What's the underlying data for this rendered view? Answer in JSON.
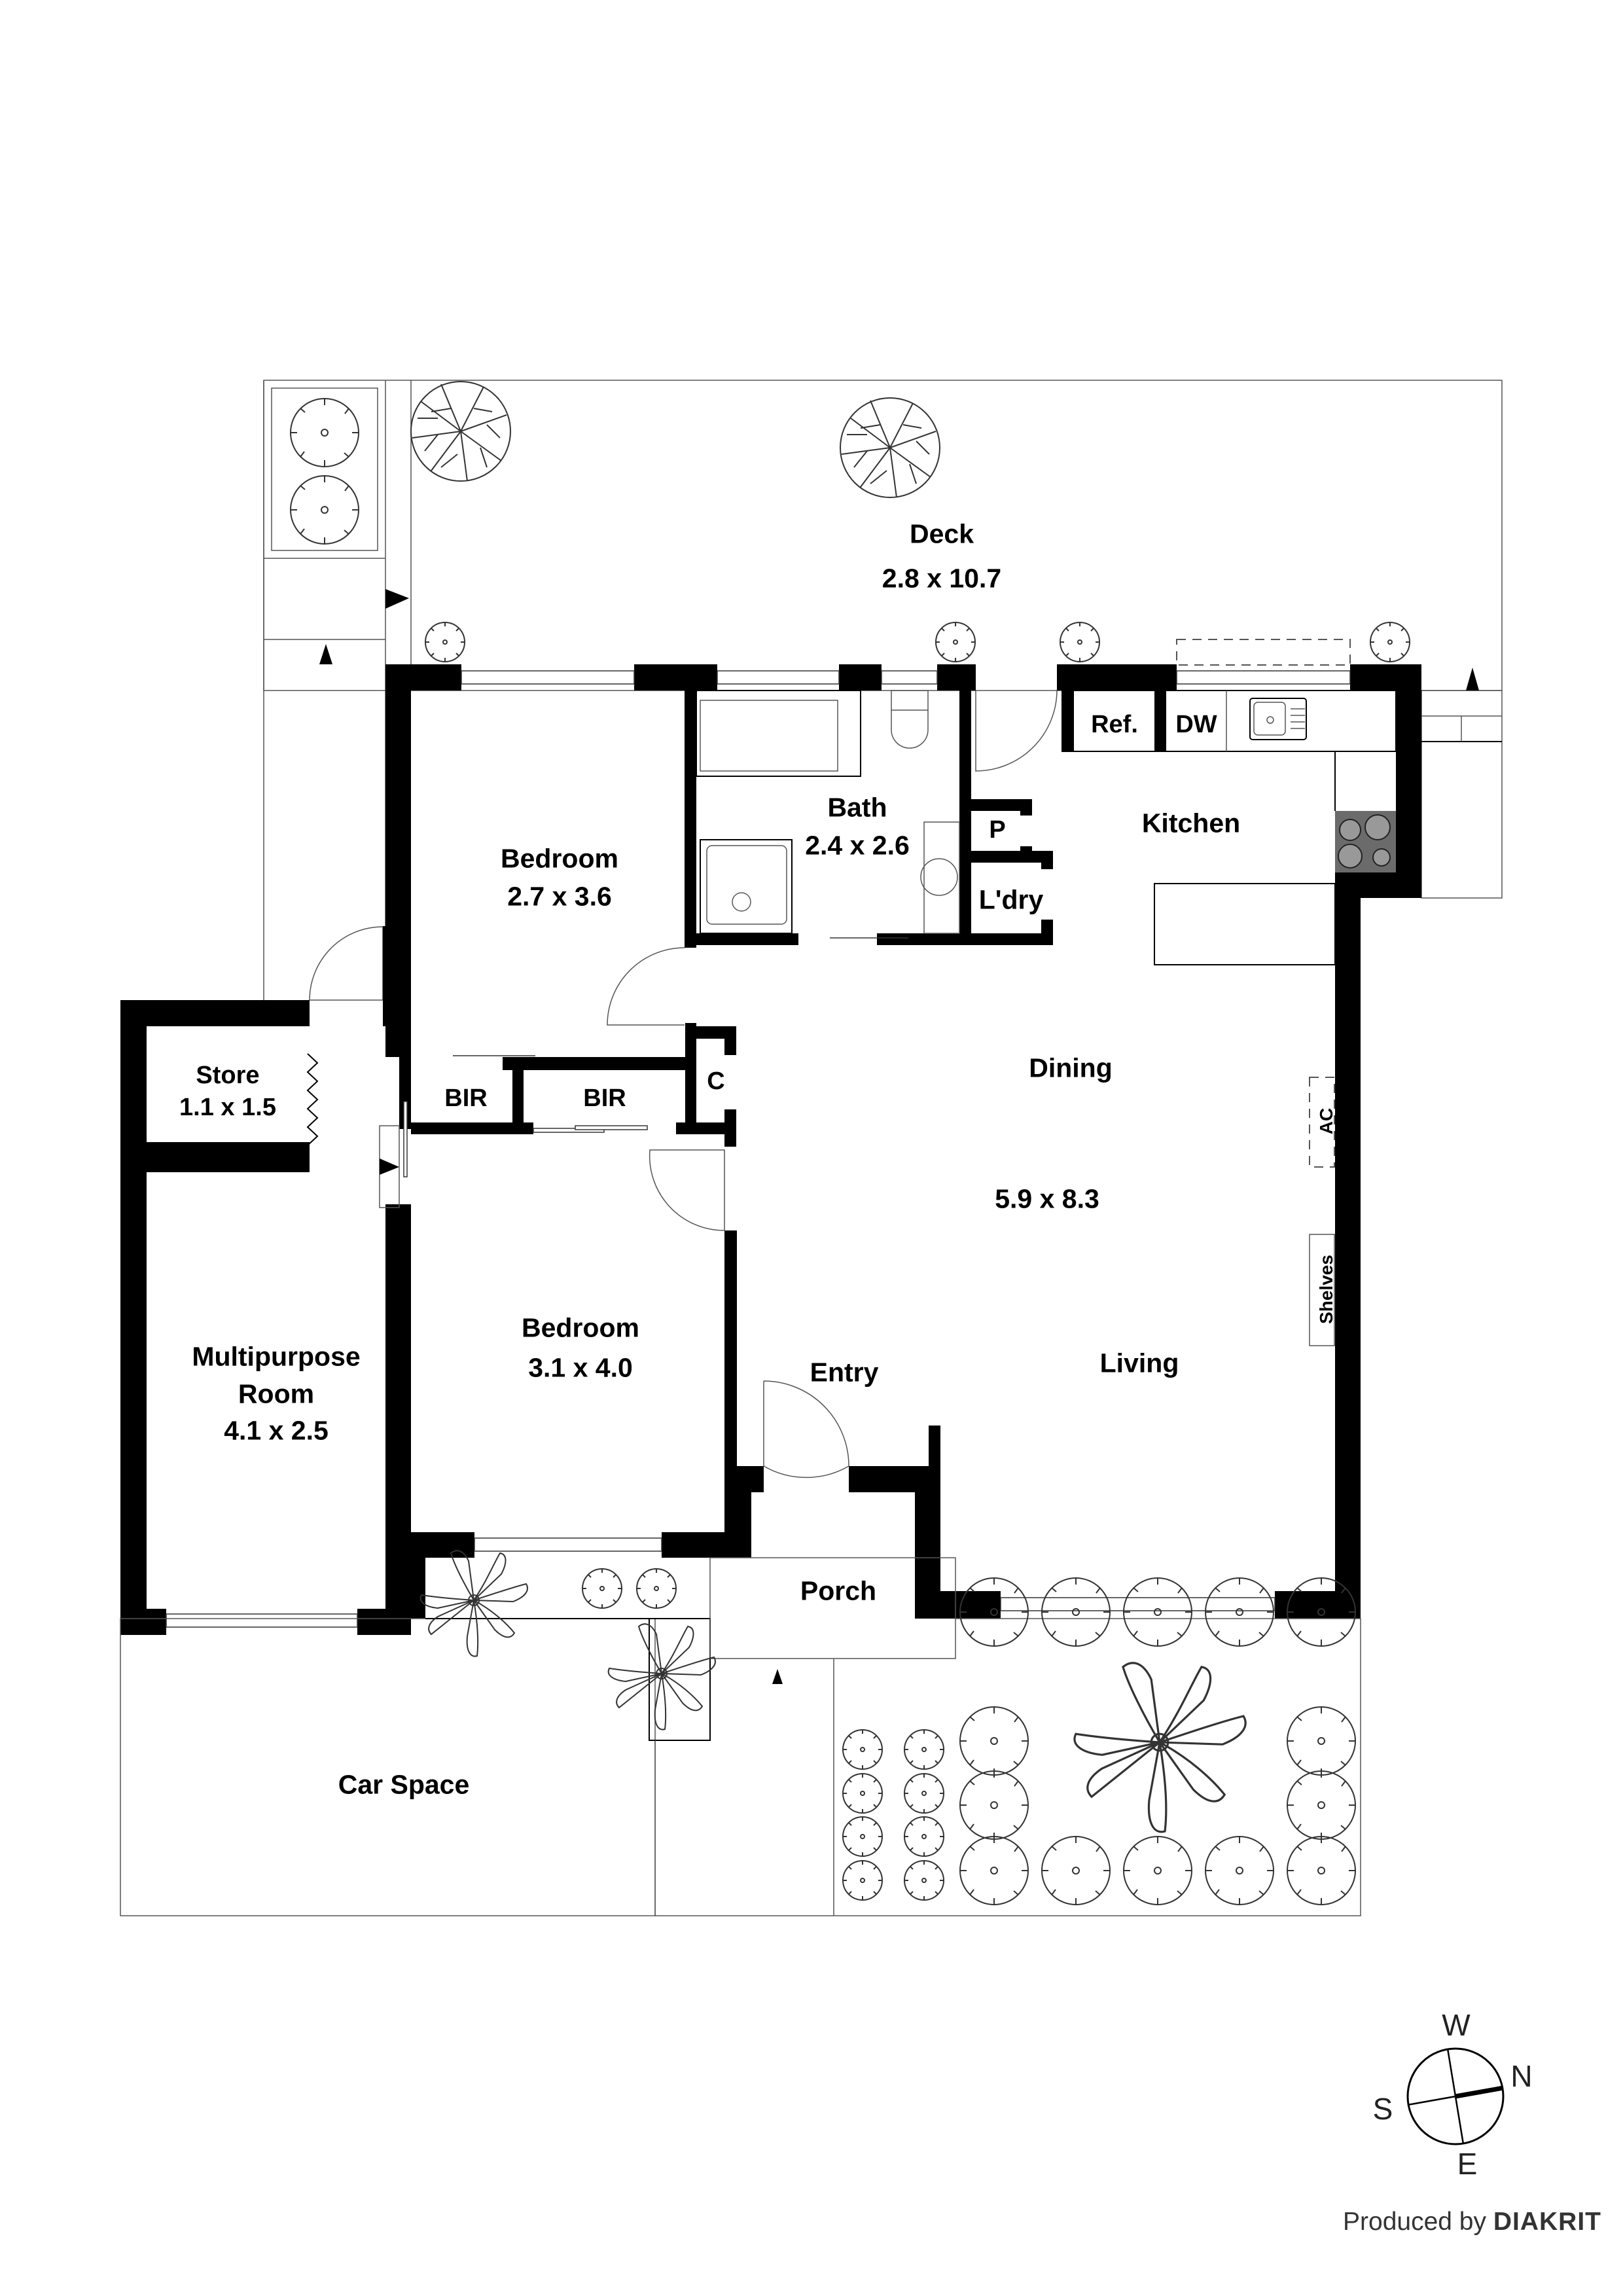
{
  "rooms": {
    "deck": {
      "name": "Deck",
      "dims": "2.8 x 10.7"
    },
    "bedroom1": {
      "name": "Bedroom",
      "dims": "2.7 x 3.6"
    },
    "bath": {
      "name": "Bath",
      "dims": "2.4 x 2.6"
    },
    "kitchen": {
      "name": "Kitchen"
    },
    "ref": {
      "name": "Ref."
    },
    "dw": {
      "name": "DW"
    },
    "pantry": {
      "name": "P"
    },
    "laundry": {
      "name": "L'dry"
    },
    "store": {
      "name": "Store",
      "dims": "1.1 x 1.5"
    },
    "bir1": {
      "name": "BIR"
    },
    "bir2": {
      "name": "BIR"
    },
    "closet": {
      "name": "C"
    },
    "dining": {
      "name": "Dining"
    },
    "living_dims": {
      "dims": "5.9 x 8.3"
    },
    "ac": {
      "name": "AC"
    },
    "shelves": {
      "name": "Shelves"
    },
    "multipurpose": {
      "name_line1": "Multipurpose",
      "name_line2": "Room",
      "dims": "4.1 x 2.5"
    },
    "bedroom2": {
      "name": "Bedroom",
      "dims": "3.1 x 4.0"
    },
    "entry": {
      "name": "Entry"
    },
    "living": {
      "name": "Living"
    },
    "porch": {
      "name": "Porch"
    },
    "car_space": {
      "name": "Car Space"
    }
  },
  "compass": {
    "north": "N",
    "south": "S",
    "east": "E",
    "west": "W"
  },
  "credit": {
    "prefix": "Produced by",
    "brand": "DIAKRIT"
  },
  "colors": {
    "wall": "#000000",
    "background": "#ffffff",
    "cooktop": "#6b6b6b"
  }
}
